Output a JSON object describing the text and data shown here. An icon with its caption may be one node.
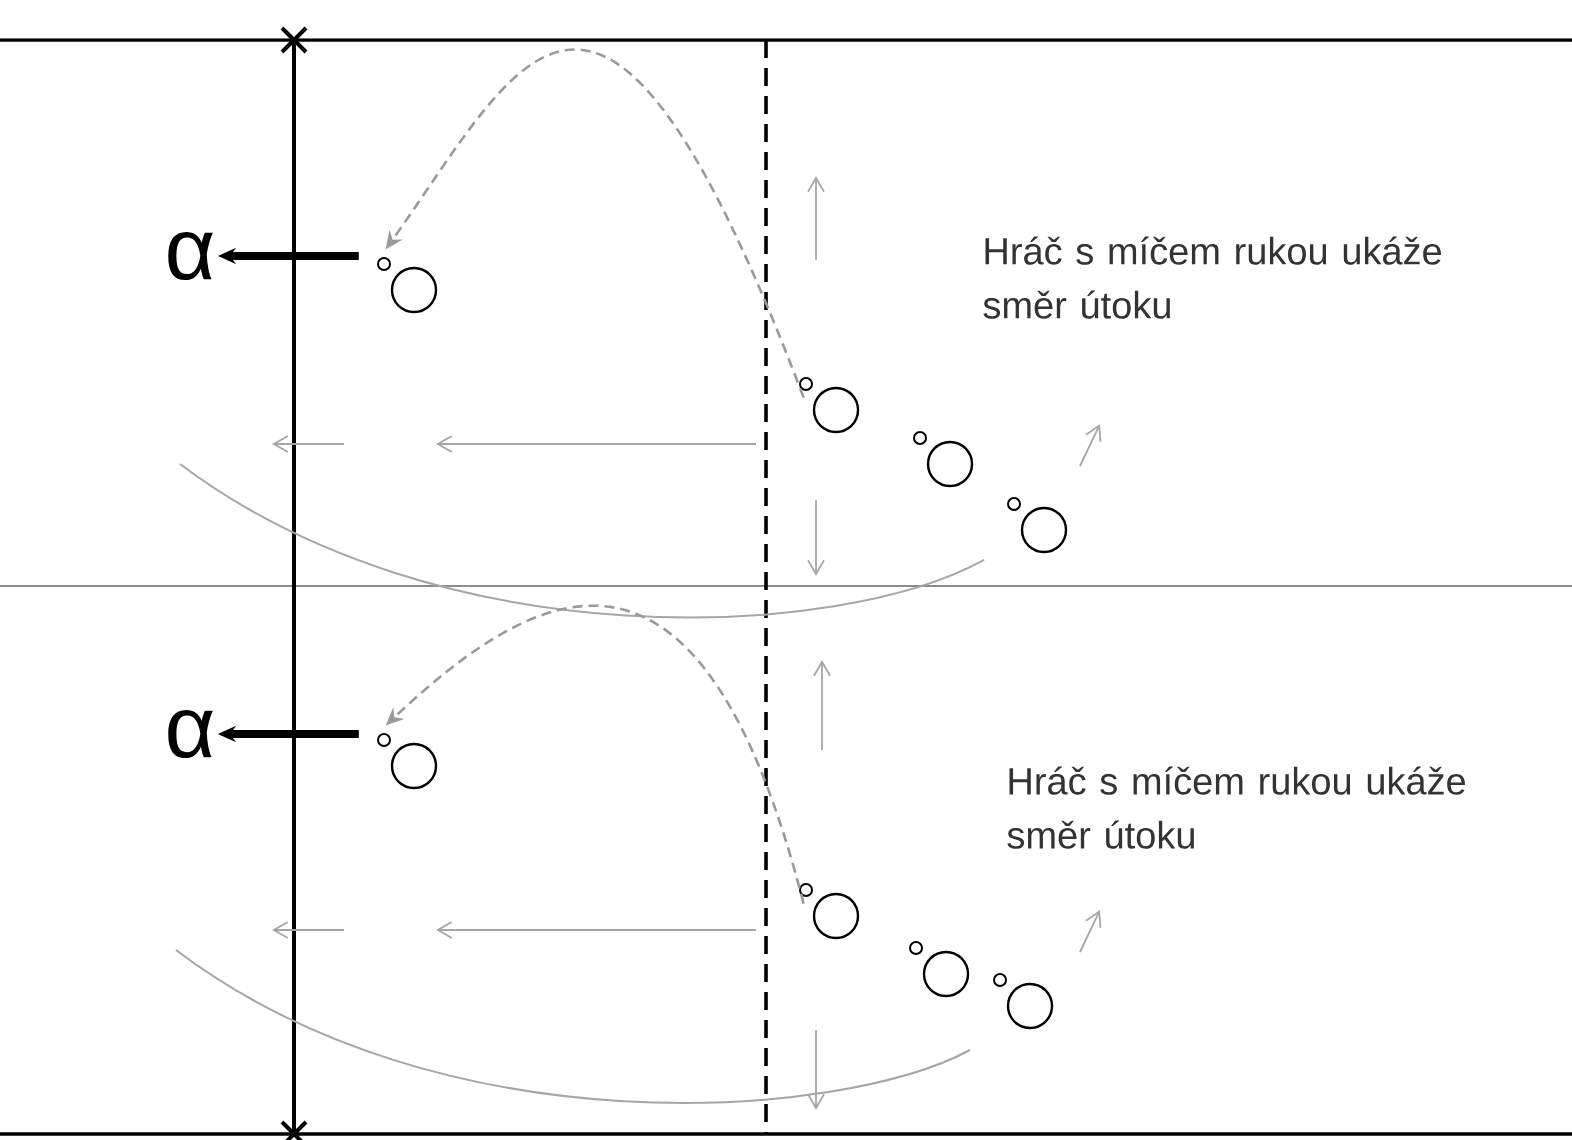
{
  "diagram": {
    "nodes": [
      {
        "text": [
          "α"
        ]
      },
      {
        "text": [],
        "shape": "circle"
      },
      {
        "text": [],
        "shape": "circle"
      },
      {
        "text": [],
        "shape": "circle"
      },
      {
        "text": [],
        "shape": "circle"
      },
      {
        "text": [
          "α"
        ]
      },
      {
        "text": [],
        "shape": "circle"
      },
      {
        "text": [],
        "shape": "circle"
      },
      {
        "text": [],
        "shape": "circle"
      },
      {
        "text": [],
        "shape": "circle"
      }
    ],
    "edges": [
      {
        "from": 1,
        "to": 0,
        "arrow": "to",
        "style": "thick"
      },
      {
        "from": 2,
        "to": 1,
        "arrow": "to",
        "style": "dashed",
        "color": "#9a9a9a"
      },
      {
        "from": 6,
        "to": 5,
        "arrow": "to",
        "style": "thick"
      },
      {
        "from": 7,
        "to": 6,
        "arrow": "to",
        "style": "dashed",
        "color": "#9a9a9a"
      }
    ],
    "labels": [
      "Hráč s míčem rukou ukáže směr útoku",
      "Hráč s míčem rukou ukáže směr útoku"
    ]
  }
}
